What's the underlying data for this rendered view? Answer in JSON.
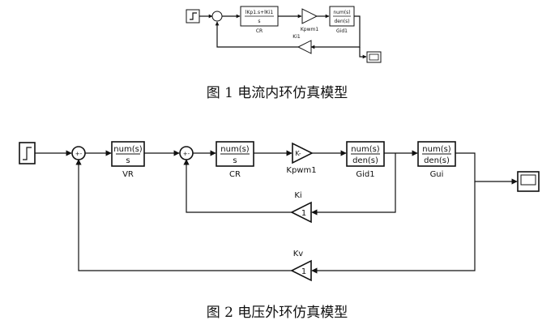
{
  "figure1": {
    "caption": "图 1 电流内环仿真模型",
    "cr": {
      "num": "lKp1.s+lKi1",
      "den": "s",
      "name": "CR"
    },
    "kpwm": {
      "name": "Kpwm1"
    },
    "gid": {
      "num": "num(s)",
      "den": "den(s)",
      "name": "Gid1"
    },
    "ki": {
      "name": "Ki1"
    }
  },
  "figure2": {
    "caption": "图 2 电压外环仿真模型",
    "sum1_signs": "+-",
    "vr": {
      "num": "num(s)",
      "den": "s",
      "name": "VR"
    },
    "sum2_signs": "+-",
    "cr": {
      "num": "num(s)",
      "den": "s",
      "name": "CR"
    },
    "kpwm": {
      "gain": "K-",
      "name": "Kpwm1"
    },
    "gid": {
      "num": "num(s)",
      "den": "den(s)",
      "name": "Gid1"
    },
    "gui": {
      "num": "num(s)",
      "den": "den(s)",
      "name": "Gui"
    },
    "ki": {
      "gain": "1",
      "name": "Ki"
    },
    "kv": {
      "gain": "1",
      "name": "Kv"
    }
  }
}
